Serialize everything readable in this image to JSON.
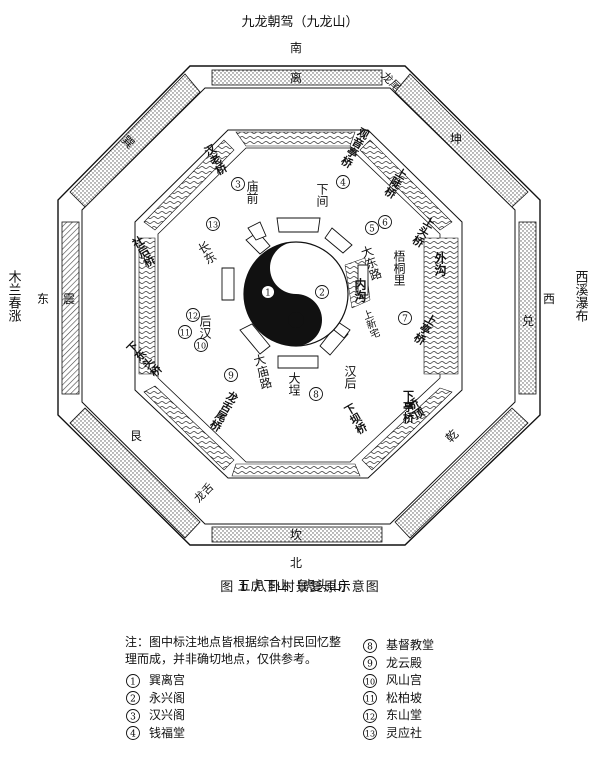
{
  "labels": {
    "top_title": "九龙朝驾（九龙山）",
    "south": "南",
    "north": "北",
    "east": "东",
    "west": "西",
    "bottom_title": "五虎下山（虎头山）",
    "left_title": "木兰春涨",
    "right_title": "西溪瀑布"
  },
  "trigrams": [
    "离",
    "坤",
    "兑",
    "乾",
    "坎",
    "艮",
    "震",
    "巽"
  ],
  "outer_tags": {
    "tail_ne": "龙尾",
    "tail_sw": "龙舌"
  },
  "bridges": [
    "观音亭桥",
    "上陡桥",
    "上头桥",
    "上亭桥",
    "下亭桥",
    "下坝桥",
    "桥顶",
    "龙舌尾桥",
    "下东头桥",
    "社后桥",
    "汉老桥"
  ],
  "places": [
    "庙前",
    "下间",
    "大东路",
    "梧桐里",
    "内沟",
    "外沟",
    "汉后",
    "大埕",
    "大庙路",
    "后汉",
    "长东",
    "上新宅"
  ],
  "markers": [
    "1",
    "2",
    "3",
    "4",
    "5",
    "6",
    "7",
    "8",
    "9",
    "10",
    "11",
    "12",
    "13"
  ],
  "caption": "图 1    八卦村景复原示意图",
  "note": "注：图中标注地点皆根据综合村民回忆整理而成，并非确切地点，仅供参考。",
  "legend": [
    {
      "n": "1",
      "name": "巽离宫"
    },
    {
      "n": "2",
      "name": "永兴阁"
    },
    {
      "n": "3",
      "name": "汉兴阁"
    },
    {
      "n": "4",
      "name": "钱福堂"
    },
    {
      "n": "8",
      "name": "基督教堂"
    },
    {
      "n": "9",
      "name": "龙云殿"
    },
    {
      "n": "10",
      "name": "风山宫"
    },
    {
      "n": "11",
      "name": "松柏坡"
    },
    {
      "n": "12",
      "name": "东山堂"
    },
    {
      "n": "13",
      "name": "灵应社"
    }
  ],
  "colors": {
    "ink": "#111111",
    "paper": "#ffffff"
  }
}
